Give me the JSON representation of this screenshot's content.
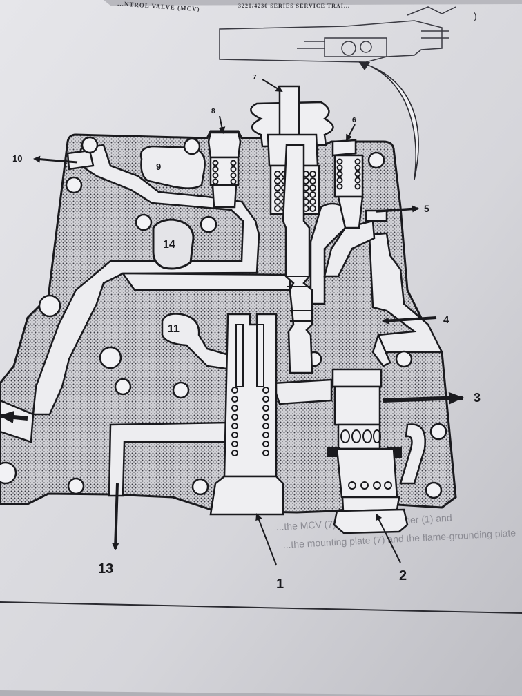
{
  "header": {
    "left_title": "...NTROL VALVE (MCV)",
    "right_title": "3220/4230 SERIES SERVICE TRAI..."
  },
  "callouts": {
    "c1": "1",
    "c2": "2",
    "c3": "3",
    "c4": "4",
    "c5": "5",
    "c6": "6",
    "c7": "7",
    "c8": "8",
    "c9": "9",
    "c10": "10",
    "c11": "11",
    "c13": "13",
    "c14": "14"
  },
  "bleed_text": {
    "line1": "...the MCV (7). A thick flat washer (1) and",
    "line2": "...the mounting plate (7) and the flame-grounding plate"
  },
  "colors": {
    "paper": "#d9d9de",
    "ink": "#1a1a1e",
    "stipple": "#b9b9bf"
  }
}
